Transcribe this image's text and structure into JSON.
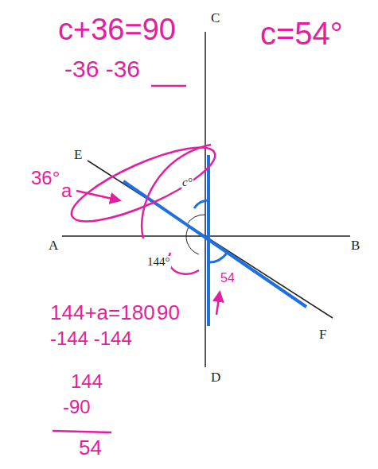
{
  "diagram": {
    "labels": [
      "c+36=90",
      "-36 -36",
      "c=54°",
      "C",
      "E",
      "A",
      "B",
      "D",
      "F",
      "c°",
      "144°",
      "36°",
      "a",
      "144+a=180",
      "90",
      "-144 -144",
      "144",
      "-90",
      "54",
      "54"
    ]
  }
}
